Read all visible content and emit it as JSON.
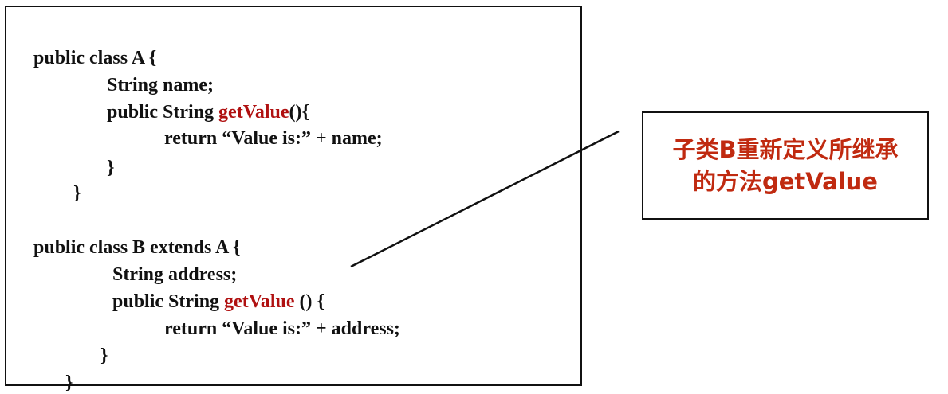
{
  "code": {
    "lines": [
      {
        "pre": "public class A {",
        "method": "",
        "post": ""
      },
      {
        "pre": "String name;",
        "method": "",
        "post": ""
      },
      {
        "pre": "public String ",
        "method": "getValue",
        "post": "(){"
      },
      {
        "pre": "return “Value is:” + name;",
        "method": "",
        "post": ""
      },
      {
        "pre": "}",
        "method": "",
        "post": ""
      },
      {
        "pre": "}",
        "method": "",
        "post": ""
      },
      {
        "pre": "public class B extends A {",
        "method": "",
        "post": ""
      },
      {
        "pre": "String address;",
        "method": "",
        "post": ""
      },
      {
        "pre": "public String ",
        "method": "getValue",
        "post": " () {"
      },
      {
        "pre": "return “Value is:” + address;",
        "method": "",
        "post": ""
      },
      {
        "pre": "}",
        "method": "",
        "post": ""
      },
      {
        "pre": "}",
        "method": "",
        "post": ""
      }
    ]
  },
  "callout": {
    "line1": "子类B重新定义所继承",
    "line2": "的方法getValue"
  },
  "colors": {
    "method_highlight": "#b01010",
    "callout_text": "#c02a10",
    "border": "#111111"
  }
}
